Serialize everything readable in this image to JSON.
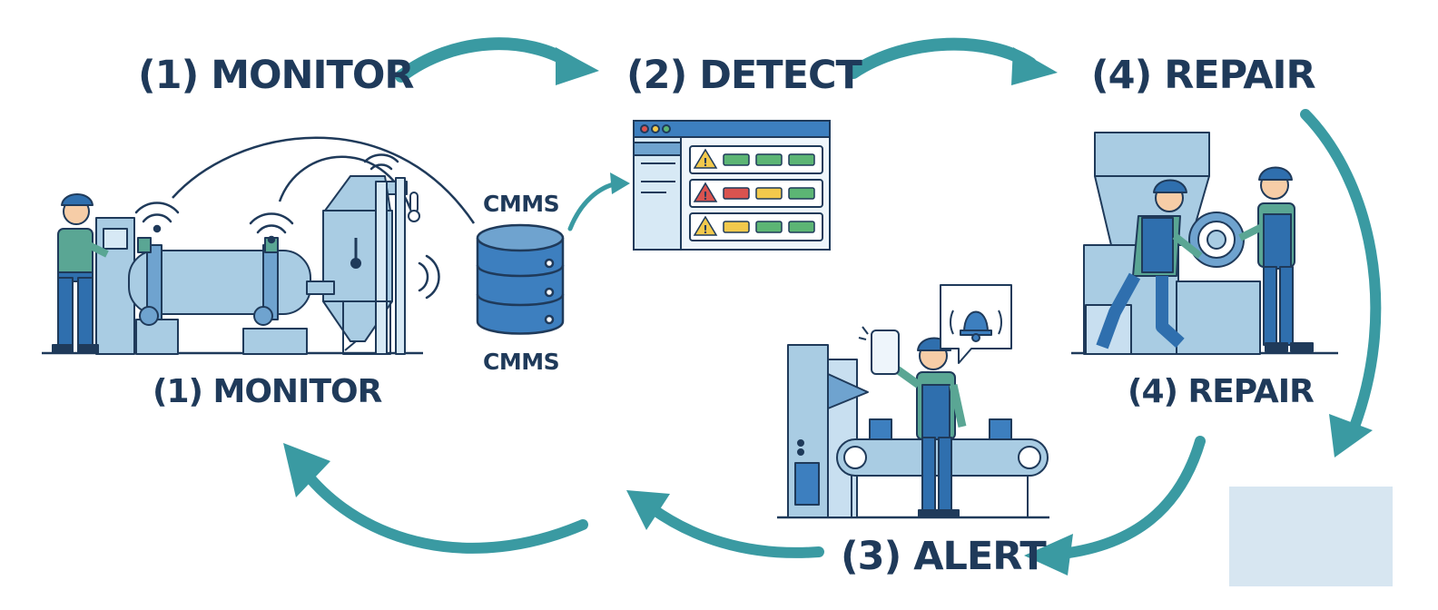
{
  "labels": {
    "monitor_top": "(1) MONITOR",
    "detect_top": "(2) DETECT",
    "repair_top": "(4) REPAIR",
    "monitor_bottom": "(1) MONITOR",
    "repair_bottom": "(4) REPAIR",
    "alert": "(3) ALERT",
    "cmms_top": "CMMS",
    "cmms_bottom": "CMMS"
  },
  "colors": {
    "arrow_teal": "#3a9aa2",
    "ink": "#1f3a5a",
    "machine_blue": "#a9cce3",
    "worker_blue": "#2f6fae",
    "worker_green": "#5aa694",
    "db_blue": "#3d7fbf",
    "status_green": "#5cb574",
    "status_red": "#d9534f",
    "status_yellow": "#f2c94c"
  },
  "icons": {
    "database": "database-icon",
    "dashboard": "dashboard-window",
    "bell": "bell-icon",
    "wifi": "wifi-signal-icon",
    "warning": "warning-triangle-icon",
    "thermometer": "thermometer-icon"
  },
  "dashboard": {
    "rows": [
      {
        "status": "warning-yellow",
        "cells": [
          "green",
          "green",
          "green"
        ]
      },
      {
        "status": "warning-red",
        "cells": [
          "red",
          "yellow",
          "green"
        ]
      },
      {
        "status": "warning-yellow",
        "cells": [
          "yellow",
          "green",
          "green"
        ]
      }
    ]
  }
}
